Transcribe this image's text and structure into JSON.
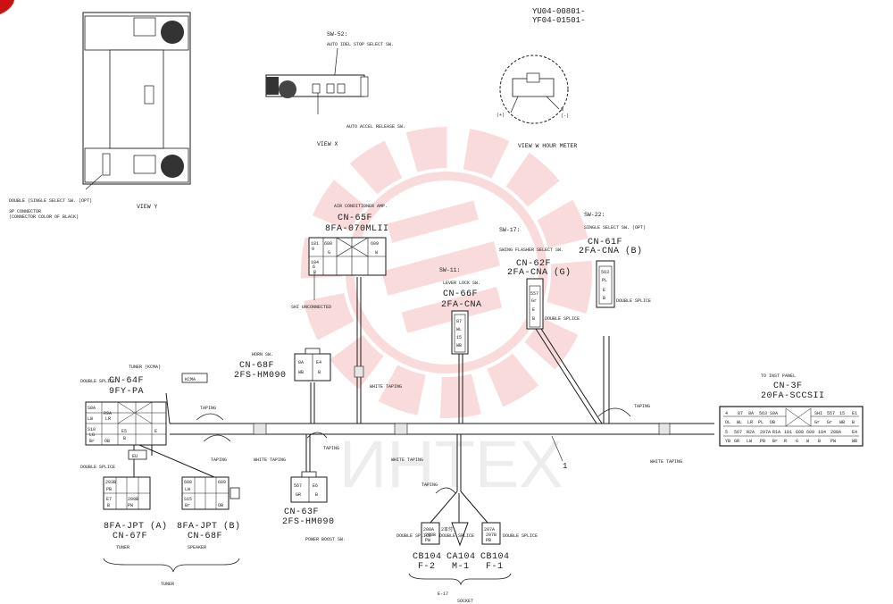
{
  "header": {
    "doc_ref_1": "YU04-00801-",
    "doc_ref_2": "YF04-01501-"
  },
  "views": {
    "view_y": "VIEW Y",
    "view_x": "VIEW X",
    "view_w": "VIEW W  HOUR METER",
    "double_select_note": "DOUBLE (SINGLE SELECT SW. (OPT)",
    "connector_note_1": "3P CONNECTOR",
    "connector_note_2": "(CONNECTOR COLOR OF BLACK)",
    "sw52_label": "SW-52:",
    "auto_idle_stop": "AUTO IDEL STOP SELECT SW.",
    "auto_accel_release": "AUTO ACCEL RELEASE SW.",
    "plus": "(+)",
    "minus": "(-)",
    "b_mark": "B"
  },
  "connectors": {
    "cn65f": {
      "title": "AIR CONDITIONER AMP.",
      "id": "CN-65F",
      "part": "8FA-070MLII",
      "cells": [
        "181",
        "608",
        "9",
        "609",
        "G",
        "W",
        "184",
        "6",
        "B"
      ],
      "note": "SHI UNCONNECTED"
    },
    "cn68f": {
      "title": "HORN SW.",
      "id": "CN-68F",
      "part": "2FS-HM090",
      "cells": [
        "8A",
        "E4",
        "WB",
        "B"
      ]
    },
    "cn66f": {
      "sw": "SW-11:",
      "title": "LEVER LOCK SW.",
      "id": "CN-66F",
      "part": "2FA-CNA",
      "cells": [
        "87",
        "WL",
        "15",
        "WB"
      ]
    },
    "cn62f": {
      "sw": "SW-17:",
      "title": "SWING FLASHER SELECT SW.",
      "id": "CN-62F",
      "part": "2FA-CNA (G)",
      "cells": [
        "557",
        "Gr",
        "E",
        "B"
      ],
      "splice": "DOUBLE SPLICE"
    },
    "cn61f": {
      "sw": "SW-22:",
      "title": "SINGLE SELECT SW. (OPT)",
      "id": "CN-61F",
      "part": "2FA-CNA (B)",
      "cells": [
        "563",
        "PL",
        "E",
        "B"
      ],
      "splice": "DOUBLE SPLICE"
    },
    "cn64f": {
      "title": "TUNER (KCMA)",
      "id": "CN-64F",
      "part": "9FY-PA",
      "tag": "KCMA",
      "cells": [
        "S8A",
        "LW",
        "R9A",
        "LR",
        "S10",
        "LG",
        "E5",
        "B",
        "E",
        "Br",
        "OB"
      ],
      "splice_top": "DOUBLE SPLICE",
      "splice_bottom": "DOUBLE SPLICE",
      "eu": "EU"
    },
    "cn63f": {
      "id": "CN-63F",
      "part": "2FS-HM090",
      "title": "POWER BOOST SW.",
      "cells": [
        "567",
        "E6",
        "GR",
        "B"
      ]
    },
    "cn67f": {
      "id_part": "8FA-JPT (A)",
      "id": "CN-67F",
      "title": "TUNER",
      "cells": [
        "203B",
        "PB",
        "E7",
        "209B",
        "B",
        "PW"
      ]
    },
    "cn68f_b": {
      "id_part": "8FA-JPT (B)",
      "id": "CN-68F",
      "title": "SPEAKER",
      "cells": [
        "608",
        "LW",
        "S15",
        "Br",
        "609",
        "OB"
      ]
    },
    "cn3f": {
      "title": "TO INST PANEL",
      "id": "CN-3F",
      "part": "20FA-SCCSII",
      "cells": [
        "4",
        "87",
        "8A",
        "563",
        "S9A",
        "SHI",
        "557",
        "15",
        "E1",
        "OL",
        "WL",
        "LR",
        "PL",
        "OB",
        "Gr",
        "Gr",
        "WB",
        "B",
        "5",
        "567",
        "R2A",
        "207A",
        "R1A",
        "181",
        "608",
        "609",
        "184",
        "208A",
        "E4",
        "YB",
        "GR",
        "LW",
        "PB",
        "Br",
        "R",
        "G",
        "W",
        "B",
        "PW",
        "WB"
      ]
    },
    "cb104_f2": {
      "id": "CB104",
      "pin": "F-2",
      "splice": "DOUBLE SPLICE",
      "cells": [
        "208A",
        "208B",
        "PW"
      ]
    },
    "ca104_m1": {
      "id": "CA104",
      "pin": "M-1",
      "splice": "DOUBLE SPLICE",
      "note": "2本付"
    },
    "cb104_f1": {
      "id": "CB104",
      "pin": "F-1",
      "splice": "DOUBLE SPLICE",
      "cells": [
        "207A",
        "207B",
        "PB"
      ]
    }
  },
  "harness": {
    "taping": "TAPING",
    "white_taping": "WHITE TAPING",
    "harness_no": "1",
    "e17": "E-17",
    "bottom_code": "SOCKET"
  },
  "watermark": {
    "text": "ИНТЕХ",
    "logo_color": "#f08080"
  }
}
